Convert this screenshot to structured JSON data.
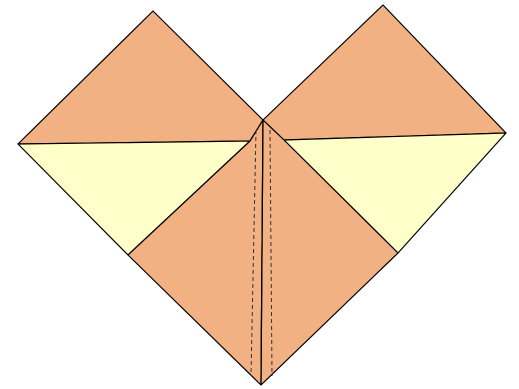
{
  "colors": {
    "background": "#ffffff",
    "paper_front": "#f2b183",
    "paper_back": "#ffffc9",
    "outline": "#000000",
    "fold_line": "#333333"
  },
  "elements": {
    "left_upper_flap": "paper-front",
    "left_lower_flap": "paper-back",
    "right_upper_flap": "paper-front",
    "right_lower_flap": "paper-back",
    "center_left_flap": "paper-front",
    "center_right_flap": "paper-front",
    "fold_lines": "dashed"
  }
}
